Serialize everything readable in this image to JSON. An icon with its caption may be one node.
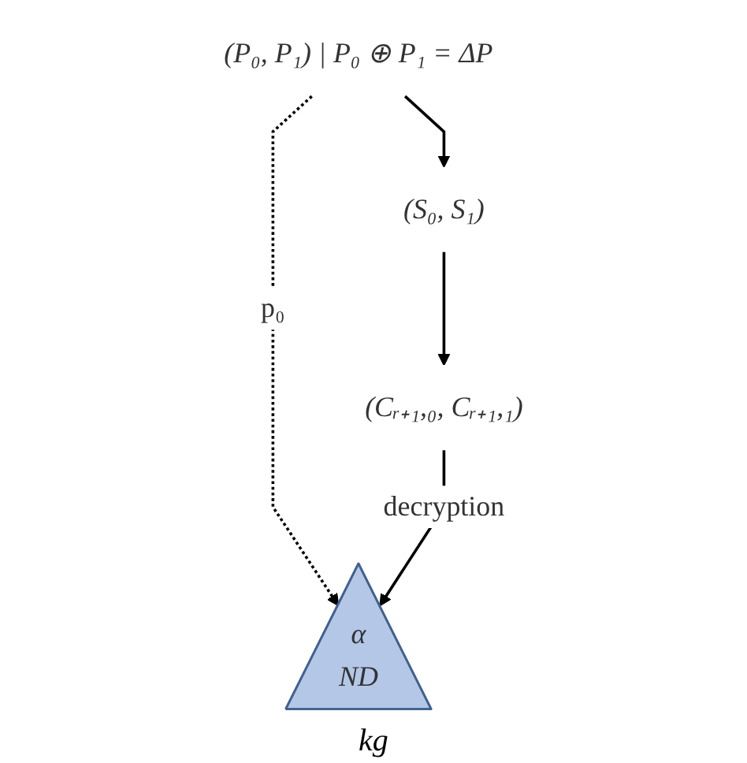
{
  "diagram": {
    "nodes": [
      {
        "text": [
          "(P₀, P₁) | P₀ ⊕ P₁ = ΔP"
        ]
      },
      {
        "text": [
          "(S₀, S₁)"
        ]
      },
      {
        "text": [
          "α",
          "ND"
        ]
      },
      {
        "text": [
          "(Cᵣ₊₁,₀, Cᵣ₊₁,₁)"
        ]
      }
    ],
    "edges": [
      {
        "from": 0,
        "to": 1,
        "arrow": "to"
      },
      {
        "from": 0,
        "to": 2,
        "arrow": "to",
        "style": "dashed",
        "label": "p₀"
      },
      {
        "from": 1,
        "to": 3,
        "arrow": "to"
      },
      {
        "from": 3,
        "to": 2,
        "arrow": "to",
        "label": "decryption"
      }
    ],
    "labels": [
      "kg"
    ]
  }
}
